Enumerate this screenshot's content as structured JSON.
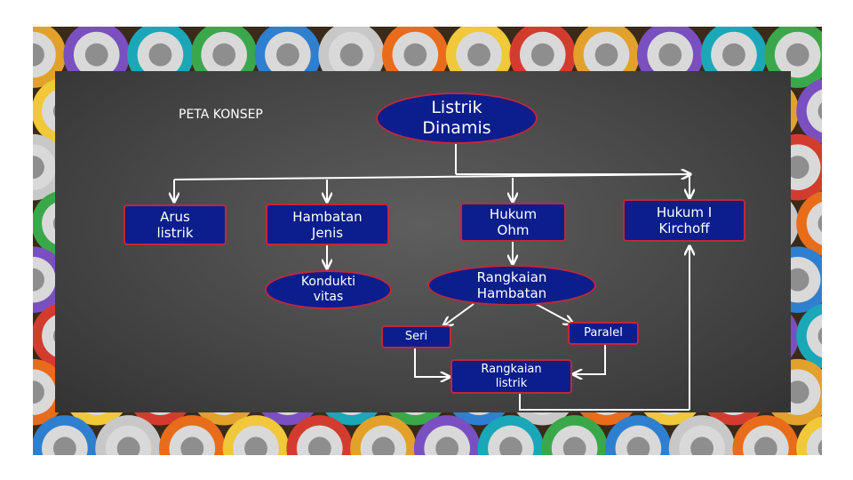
{
  "title": "PETA KONSEP",
  "nodes": {
    "root": "Listrik\nDinamis",
    "arus": "Arus\nlistrik",
    "hambatan_jenis": "Hambatan\nJenis",
    "hukum_ohm": "Hukum\nOhm",
    "kirchoff": "Hukum I\nKirchoff",
    "konduktivitas": "Kondukti\nvitas",
    "rangkaian_hambatan": "Rangkaian\nHambatan",
    "seri": "Seri",
    "paralel": "Paralel",
    "rangkaian_listrik": "Rangkaian\nlistrik"
  },
  "colors": {
    "node_fill": "#0b1e8c",
    "node_border": "#c2273a",
    "panel": "#474747",
    "arrow": "#ffffff"
  },
  "background_image": "colorful-battery-terminals"
}
